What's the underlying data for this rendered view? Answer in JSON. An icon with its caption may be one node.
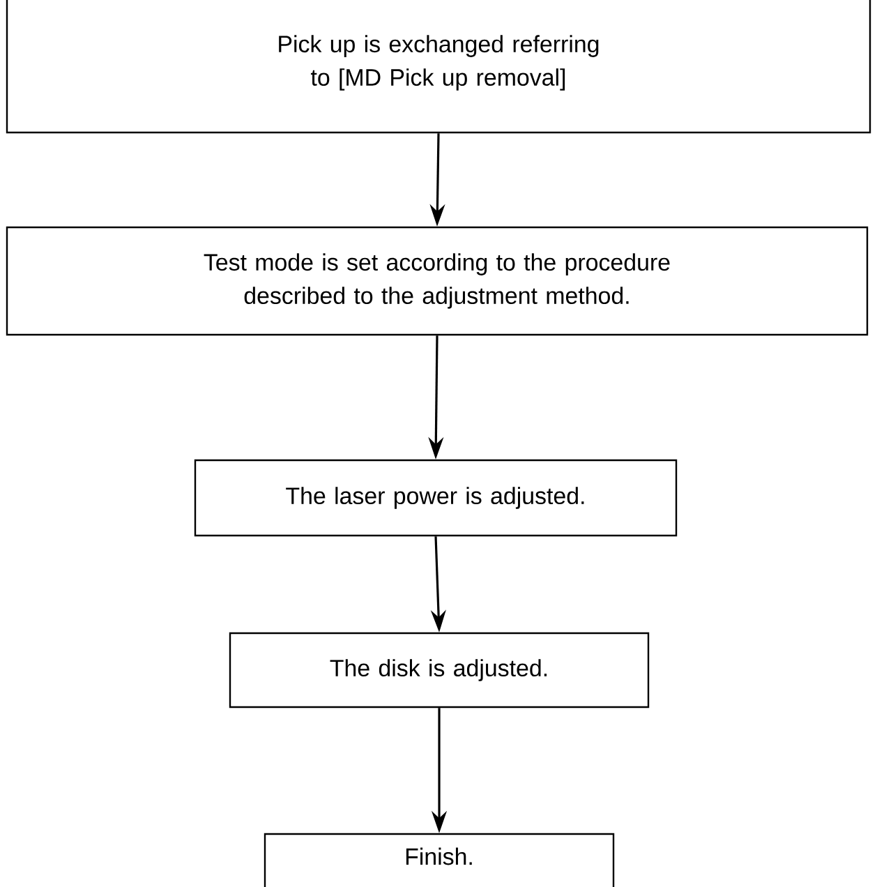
{
  "diagram": {
    "nodes": [
      {
        "text": [
          "Pick up is exchanged referring to [MD Pick up removal]"
        ]
      },
      {
        "text": [
          "Test mode is set according to the procedure described to the adjustment method."
        ]
      },
      {
        "text": [
          "The laser power is adjusted."
        ]
      },
      {
        "text": [
          "The disk is adjusted."
        ]
      },
      {
        "text": [
          "Finish."
        ]
      }
    ],
    "edges": [
      {
        "from": 0,
        "to": 1,
        "arrow": "to"
      },
      {
        "from": 1,
        "to": 2,
        "arrow": "to"
      },
      {
        "from": 2,
        "to": 3,
        "arrow": "to"
      },
      {
        "from": 3,
        "to": 4,
        "arrow": "to"
      }
    ]
  }
}
